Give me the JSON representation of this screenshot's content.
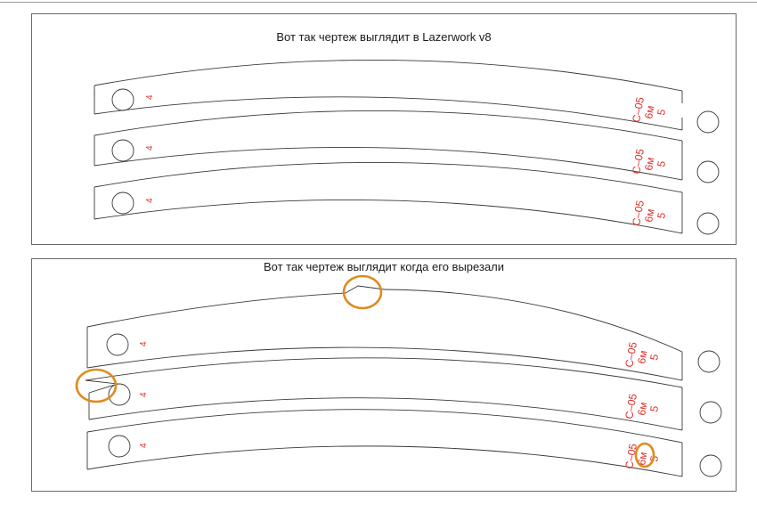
{
  "drawing_before": {
    "caption": "Вот так чертеж выглядит в Lazerwork v8",
    "strips": [
      {
        "left_mark": "4",
        "code": "С–05",
        "size": "6м",
        "count": "5"
      },
      {
        "left_mark": "4",
        "code": "С–05",
        "size": "6м",
        "count": "5"
      },
      {
        "left_mark": "4",
        "code": "С–05",
        "size": "6м",
        "count": "5"
      }
    ]
  },
  "drawing_after": {
    "caption": "Вот так чертеж выглядит когда его вырезали",
    "strips": [
      {
        "left_mark": "4",
        "code": "С–05",
        "size": "6м",
        "count": "5"
      },
      {
        "left_mark": "4",
        "code": "С–05",
        "size": "6м",
        "count": "5"
      },
      {
        "left_mark": "4",
        "code": "С–05",
        "size": "6м",
        "count": "5"
      }
    ],
    "defect_markers": [
      "notch-defect-top",
      "corner-defect-left",
      "text-defect-6m"
    ]
  },
  "colors": {
    "outline": "#3a3a3a",
    "engrave_text": "#e0302a",
    "highlight": "#e08a1e",
    "frame": "#6a6a6a"
  }
}
